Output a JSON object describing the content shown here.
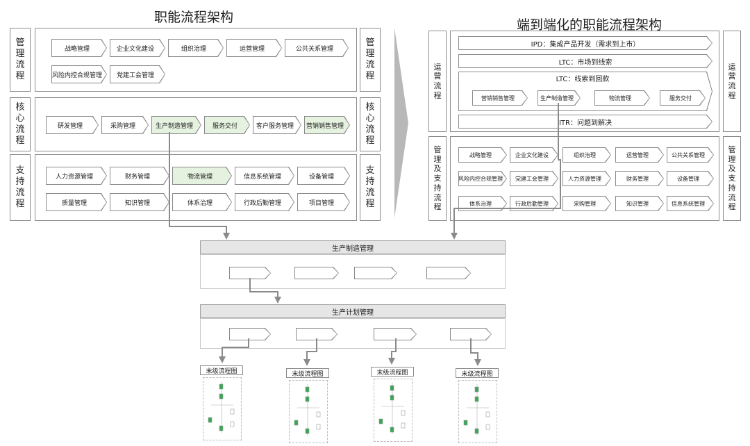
{
  "left_title": "职能流程架构",
  "right_title": "端到端化的职能流程架构",
  "left": {
    "rows": [
      {
        "label": "管\n理\n流\n程",
        "items": [
          {
            "text": "战略管理",
            "green": false
          },
          {
            "text": "企业文化建设",
            "green": false
          },
          {
            "text": "组织治理",
            "green": false
          },
          {
            "text": "运营管理",
            "green": false
          },
          {
            "text": "公共关系管理",
            "green": false
          },
          {
            "text": "风险内控合规管理",
            "green": false
          },
          {
            "text": "党建工会管理",
            "green": false
          }
        ]
      },
      {
        "label": "核\n心\n流\n程",
        "items": [
          {
            "text": "研发管理",
            "green": false
          },
          {
            "text": "采购管理",
            "green": false
          },
          {
            "text": "生产制造管理",
            "green": true
          },
          {
            "text": "服务交付",
            "green": true
          },
          {
            "text": "客户服务管理",
            "green": false
          },
          {
            "text": "营销销售管理",
            "green": true
          }
        ]
      },
      {
        "label": "支\n持\n流\n程",
        "items": [
          {
            "text": "人力资源管理",
            "green": false
          },
          {
            "text": "财务管理",
            "green": false
          },
          {
            "text": "物流管理",
            "green": true
          },
          {
            "text": "信息系统管理",
            "green": false
          },
          {
            "text": "设备管理",
            "green": false
          },
          {
            "text": "质量管理",
            "green": false
          },
          {
            "text": "知识管理",
            "green": false
          },
          {
            "text": "体系治理",
            "green": false
          },
          {
            "text": "行政后勤管理",
            "green": false
          },
          {
            "text": "项目管理",
            "green": false
          }
        ]
      }
    ]
  },
  "right": {
    "top_label": "运\n营\n流\n程",
    "bottom_label": "管\n理\n及\n支\n持\n流\n程",
    "bars": [
      "IPD：集成产品开发（需求到上市）",
      "LTC：市场到线索",
      "LTC：线索到回款",
      "ITR：问题到解决"
    ],
    "ltc_items": [
      "营销销售管理",
      "生产制造管理",
      "物流管理",
      "服务交付"
    ],
    "grid_items": [
      "战略管理",
      "企业文化建设",
      "组织治理",
      "运营管理",
      "公共关系管理",
      "风险内控合规管理",
      "党建工会管理",
      "人力资源管理",
      "财务管理",
      "设备管理",
      "体系治理",
      "行政后勤管理",
      "采购管理",
      "知识管理",
      "信息系统管理"
    ]
  },
  "middle": {
    "production_header": "生产制造管理",
    "plan_header": "生产计划管理",
    "final_label": "末级流程图"
  }
}
